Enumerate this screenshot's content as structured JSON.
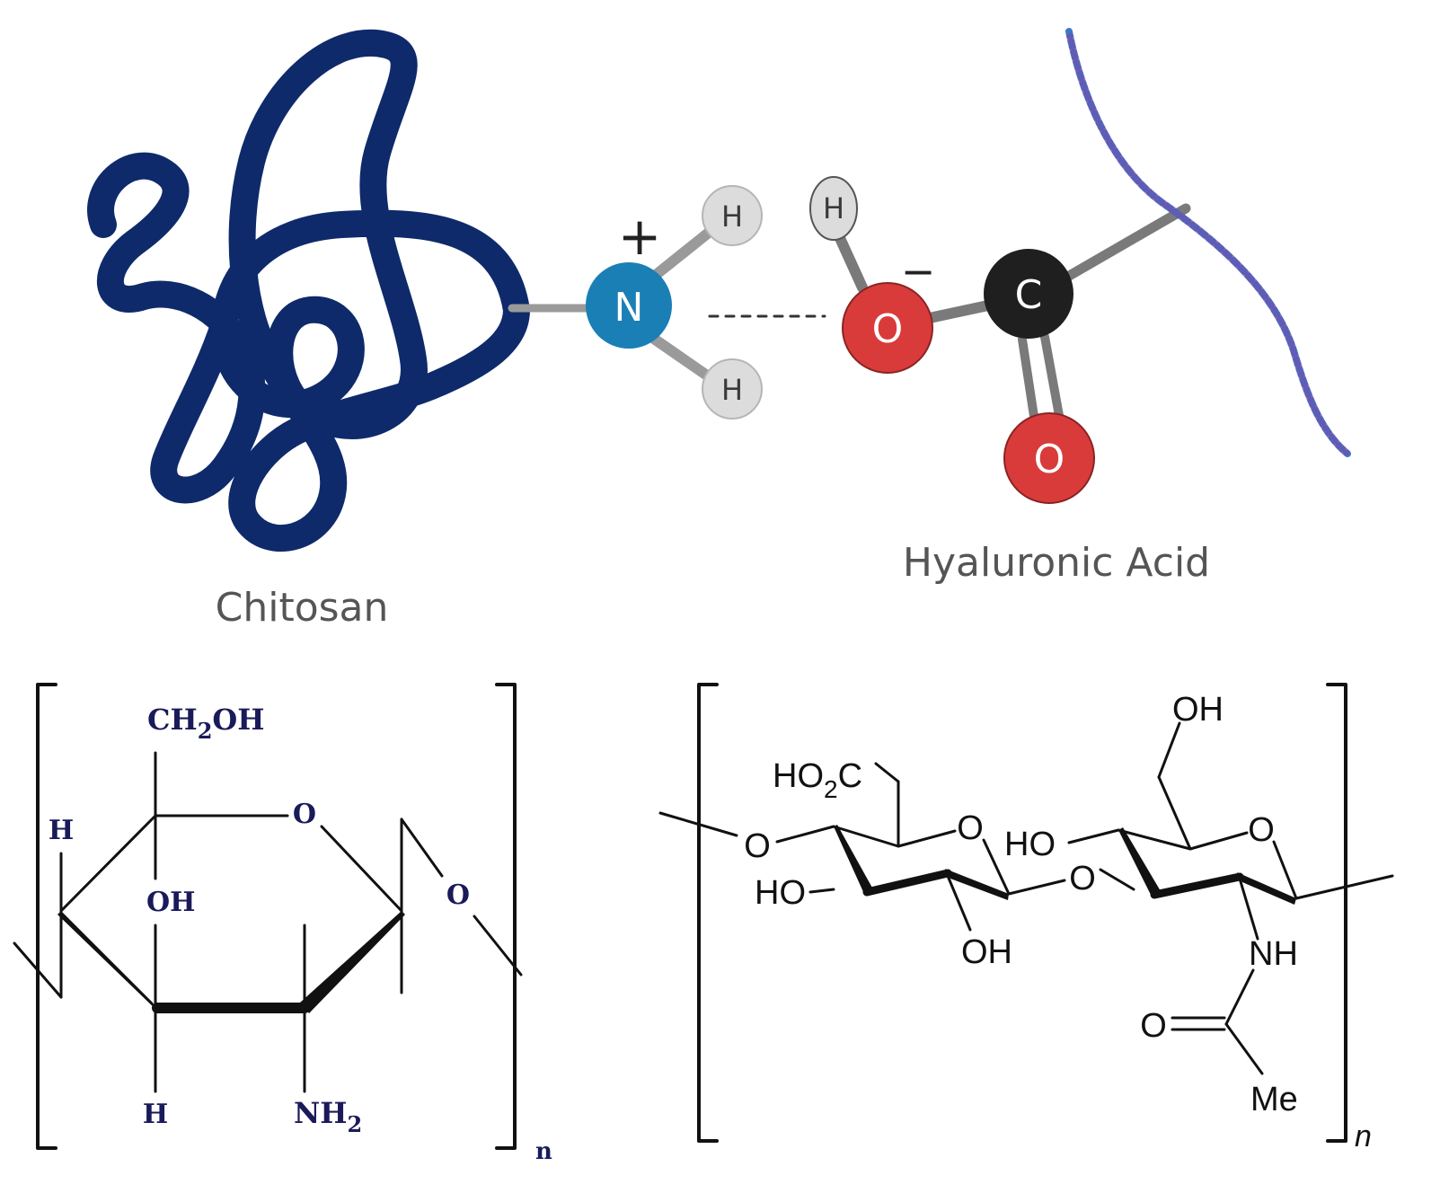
{
  "top": {
    "chitosan_caption": "Chitosan",
    "hyaluronic_caption": "Hyaluronic Acid",
    "ammonium": {
      "N": "N",
      "H1": "H",
      "H2": "H",
      "charge": "+"
    },
    "carboxylate": {
      "H": "H",
      "O_single": "O",
      "C": "C",
      "O_double": "O",
      "charge": "−"
    },
    "colors": {
      "chitosan_coil": "#0e2a6b",
      "nitrogen": "#1a7fb5",
      "hydrogen": "#dcdcdc",
      "oxygen": "#d93b3b",
      "carbon": "#1f1f1f",
      "ha_chain_a": "#3a78c8",
      "ha_chain_b": "#6a55b0",
      "bond": "#8a8a8a"
    }
  },
  "chitosan_structure": {
    "substituents": {
      "ch2oh_left": "CH",
      "ch2oh_sub": "2",
      "ch2oh_right": "OH",
      "ring_o": "O",
      "h_left": "H",
      "oh": "OH",
      "glyc_o": "O",
      "h_bottom": "H",
      "nh2_left": "NH",
      "nh2_sub": "2"
    },
    "repeat_index": "n"
  },
  "ha_structure": {
    "substituents": {
      "oh_top": "OH",
      "ho2c_a": "HO",
      "ho2c_sub": "2",
      "ho2c_b": "C",
      "ring1_o": "O",
      "ho_mid": "HO",
      "ring2_o": "O",
      "o_left": "O",
      "ho_left": "HO",
      "o_link": "O",
      "oh_bottom": "OH",
      "nh": "NH",
      "o_carbonyl": "O",
      "me": "Me"
    },
    "repeat_index": "n"
  }
}
